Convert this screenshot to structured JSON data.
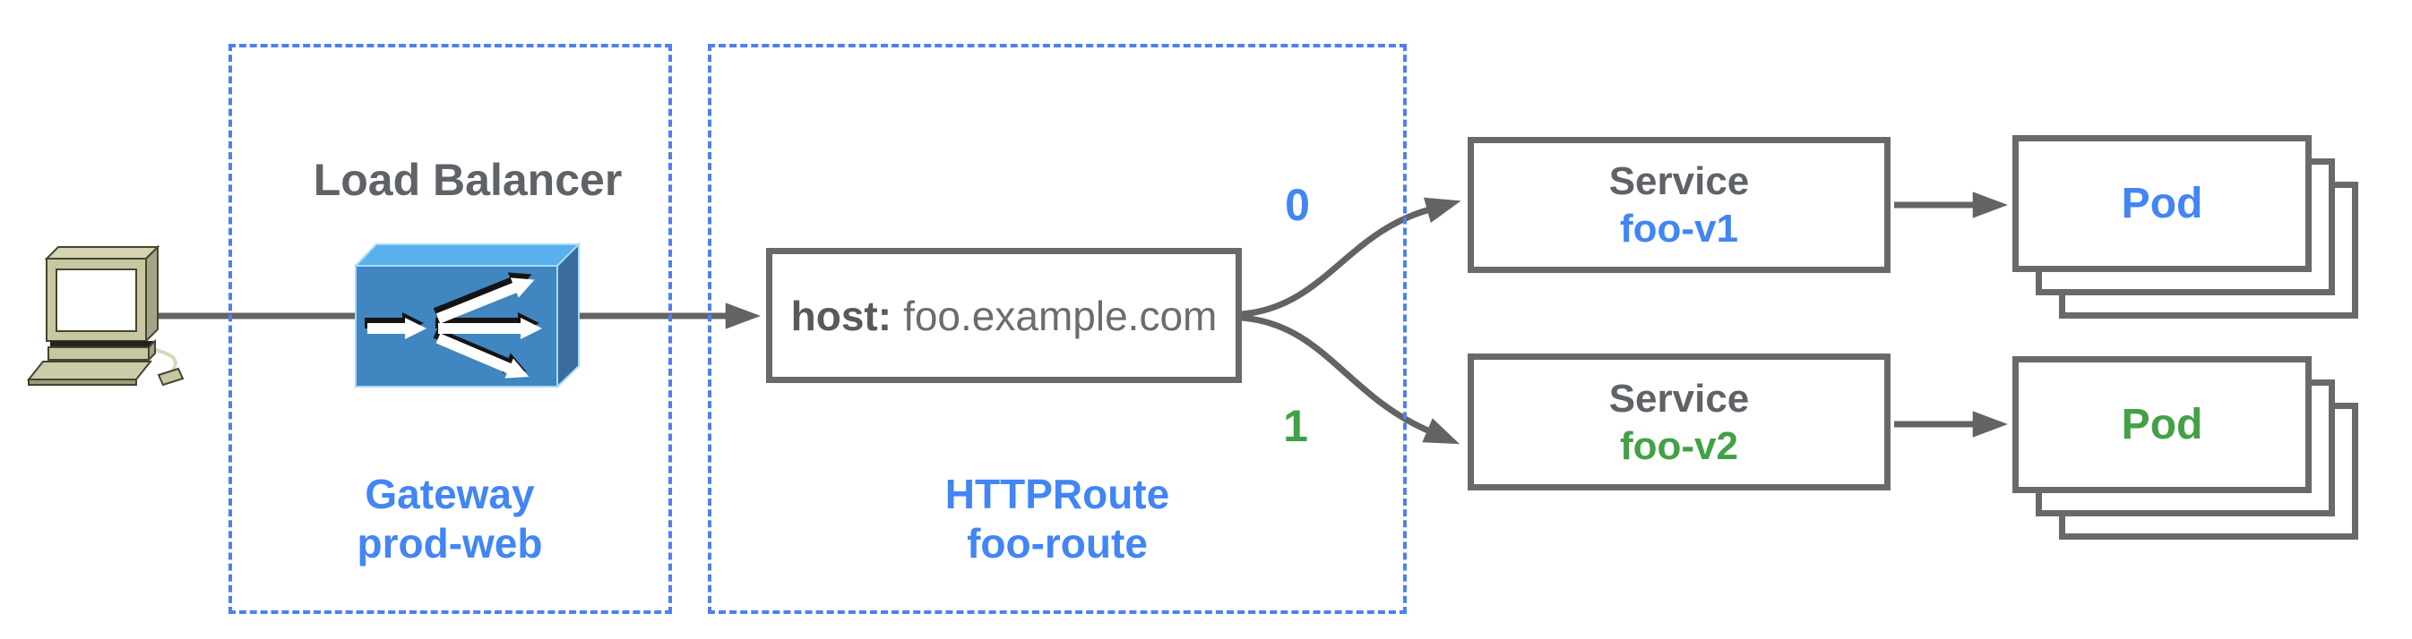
{
  "client": {
    "icon": "desktop-computer"
  },
  "gateway": {
    "title": "Load Balancer",
    "kind": "Gateway",
    "name": "prod-web"
  },
  "httproute": {
    "kind": "HTTPRoute",
    "name": "foo-route",
    "host_key": "host:",
    "host_value": "foo.example.com"
  },
  "backends": [
    {
      "index": "0",
      "service_kind": "Service",
      "service_name": "foo-v1",
      "pod_label": "Pod",
      "accent_color": "#4285f4"
    },
    {
      "index": "1",
      "service_kind": "Service",
      "service_name": "foo-v2",
      "pod_label": "Pod",
      "accent_color": "#43a047"
    }
  ],
  "colors": {
    "blue_text": "#4285f4",
    "green_text": "#43a047",
    "gray_text": "#5f6368",
    "box_border": "#696969",
    "connector": "#636363",
    "dashed_boundary": "#4d80f0",
    "lb_cube_front": "#4086c0",
    "lb_cube_top": "#58b0ec",
    "lb_cube_side": "#3a6c9c",
    "computer_body": "#c8c7a2"
  }
}
